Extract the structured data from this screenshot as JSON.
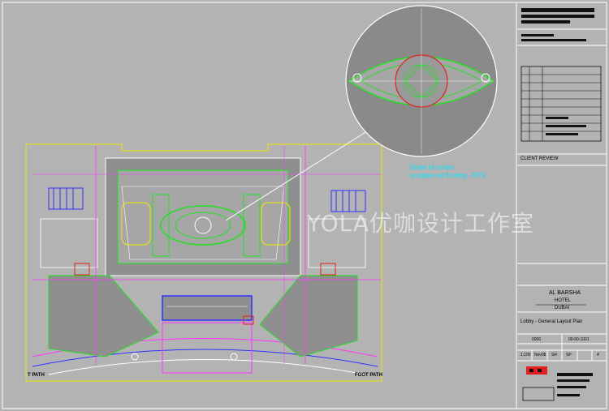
{
  "watermark": "YOLA优咖设计工作室",
  "detail_note": {
    "line1": "Detail of centre",
    "line2": "sculpture at flooring - NTS"
  },
  "foot_path_left": "T PATH",
  "foot_path_right": "FOOT PATH",
  "title_block": {
    "stage": "CLIENT REVIEW",
    "project_line1": "AL BARSHA",
    "project_line2": "HOTEL",
    "project_line3": "DUBAI",
    "drawing_title": "Lobby - General Layout Plan",
    "job_no": "0000",
    "drawing_no": "00-00-1001",
    "scale": "1:100",
    "date": "Nov08",
    "drawn": "SR",
    "checked": "SP",
    "rev": "4"
  },
  "colors": {
    "background": "#b3b3b3",
    "outline_yellow": "#f2e600",
    "accent_magenta": "#ff33ff",
    "accent_green": "#22e022",
    "accent_cyan": "#00e5ff",
    "accent_blue": "#3030ff",
    "accent_red": "#e02020"
  }
}
